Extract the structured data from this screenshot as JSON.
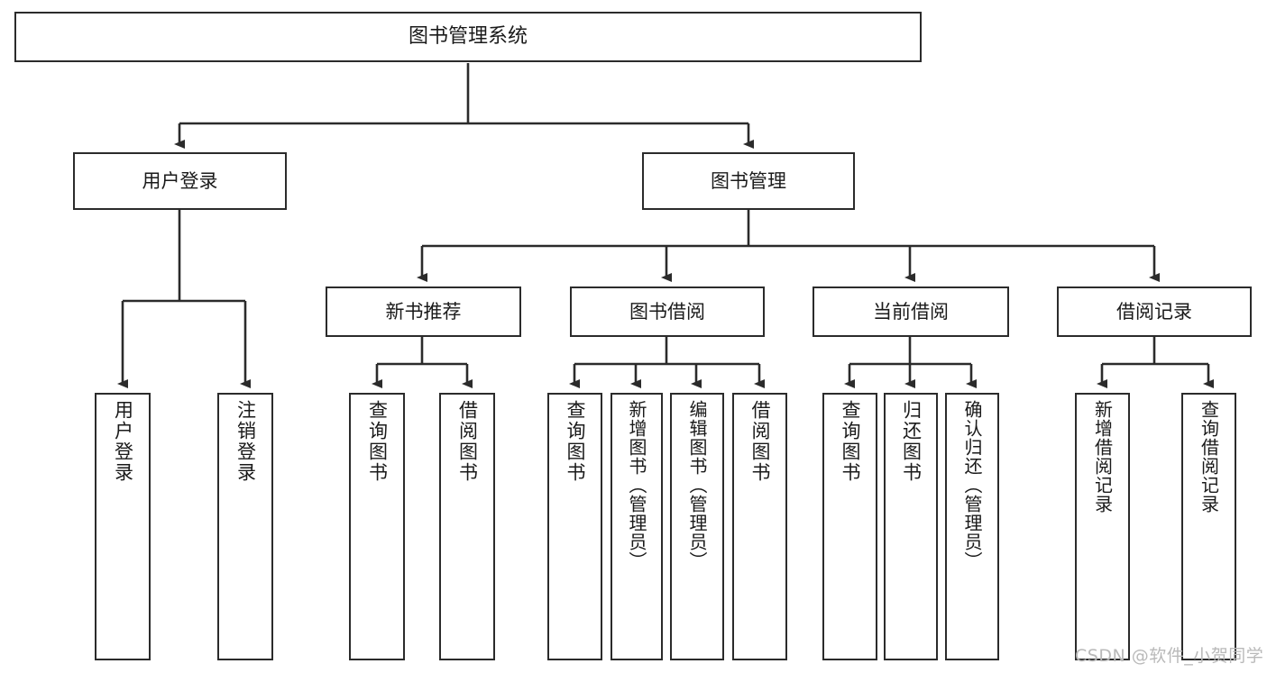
{
  "diagram": {
    "title": "图书管理系统",
    "type": "tree-hierarchy",
    "watermark": "CSDN @软件_小贺同学",
    "colors": {
      "node_border": "#2b2b2b",
      "node_fill": "#ffffff",
      "edge": "#2b2b2b",
      "text": "#1a1a1a",
      "watermark": "#b9b9b9",
      "background": "#ffffff"
    },
    "levels": {
      "root": {
        "label": "图书管理系统"
      },
      "level2": [
        {
          "label": "用户登录"
        },
        {
          "label": "图书管理"
        }
      ],
      "level3": [
        {
          "label": "新书推荐"
        },
        {
          "label": "图书借阅"
        },
        {
          "label": "当前借阅"
        },
        {
          "label": "借阅记录"
        }
      ],
      "leaves": [
        {
          "label": "用户登录",
          "parent": "用户登录"
        },
        {
          "label": "注销登录",
          "parent": "用户登录"
        },
        {
          "label": "查询图书",
          "parent": "新书推荐"
        },
        {
          "label": "借阅图书",
          "parent": "新书推荐"
        },
        {
          "label": "查询图书",
          "parent": "图书借阅"
        },
        {
          "label": "新增图书（管理员）",
          "parent": "图书借阅"
        },
        {
          "label": "编辑图书（管理员）",
          "parent": "图书借阅"
        },
        {
          "label": "借阅图书",
          "parent": "图书借阅"
        },
        {
          "label": "查询图书",
          "parent": "当前借阅"
        },
        {
          "label": "归还图书",
          "parent": "当前借阅"
        },
        {
          "label": "确认归还（管理员）",
          "parent": "当前借阅"
        },
        {
          "label": "新增借阅记录",
          "parent": "借阅记录"
        },
        {
          "label": "查询借阅记录",
          "parent": "借阅记录"
        }
      ]
    }
  }
}
